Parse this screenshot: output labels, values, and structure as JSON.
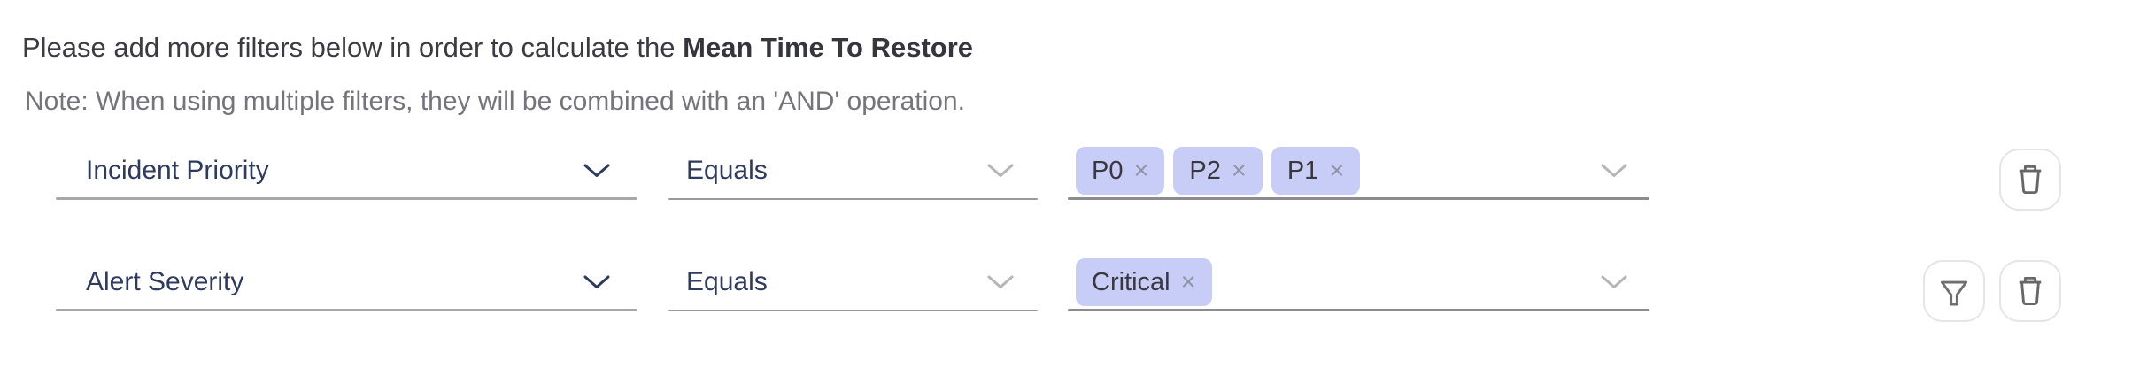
{
  "header": {
    "intro": "Please add more filters below in order to calculate the ",
    "metric": "Mean Time To Restore",
    "note": "Note: When using multiple filters, they will be combined with an 'AND' operation."
  },
  "rows": [
    {
      "field": "Incident Priority",
      "operator": "Equals",
      "values": [
        "P0",
        "P2",
        "P1"
      ]
    },
    {
      "field": "Alert Severity",
      "operator": "Equals",
      "values": [
        "Critical"
      ]
    }
  ],
  "glyphs": {
    "remove_tag": "×"
  },
  "colors": {
    "chip_background": "#c7cdf6",
    "select_text": "#2e3b5e",
    "title_text": "#3b3b42",
    "note_text": "#74747c",
    "underline_gray": "#9a9a9f",
    "button_border": "#e5e5e8",
    "icon_gray": "#66666b"
  }
}
